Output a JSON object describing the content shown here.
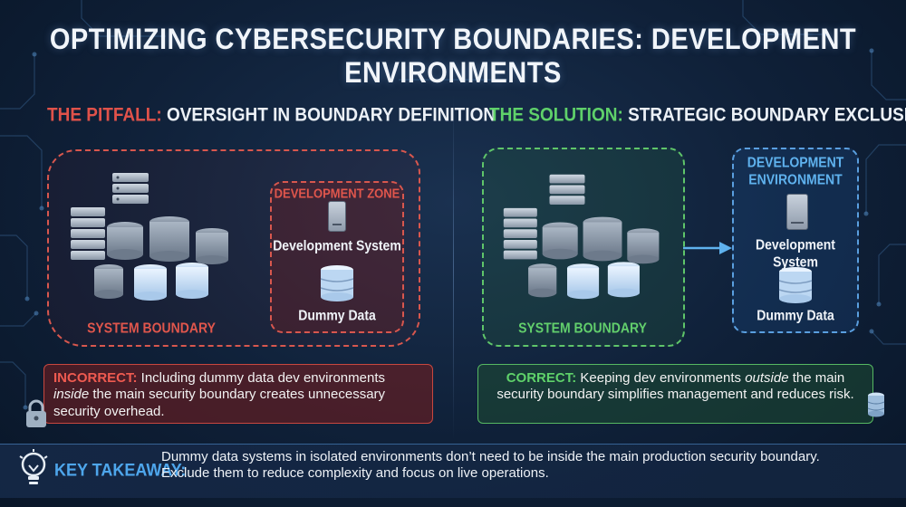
{
  "title": "OPTIMIZING CYBERSECURITY BOUNDARIES: DEVELOPMENT ENVIRONMENTS",
  "pitfall": {
    "lead": "THE PITFALL:",
    "heading": "OVERSIGHT IN BOUNDARY DEFINITION",
    "zone_label": "DEVELOPMENT ZONE",
    "system_label": "Development System",
    "data_label": "Dummy Data",
    "boundary_label": "SYSTEM BOUNDARY",
    "callout_label": "INCORRECT:",
    "callout_pre": "Including dummy data dev environments",
    "callout_em": "inside",
    "callout_post": "the main security boundary creates unnecessary security overhead."
  },
  "solution": {
    "lead": "THE SOLUTION:",
    "heading": "STRATEGIC BOUNDARY EXCLUSION",
    "zone_label_line1": "DEVELOPMENT",
    "zone_label_line2": "ENVIRONMENT",
    "system_label": "Development System",
    "data_label": "Dummy Data",
    "boundary_label": "SYSTEM BOUNDARY",
    "callout_label": "CORRECT:",
    "callout_pre": "Keeping dev environments",
    "callout_em": "outside",
    "callout_post": "the main security boundary simplifies management and reduces risk."
  },
  "takeaway": {
    "label": "KEY TAKEAWAY:",
    "line1": "Dummy data systems in isolated environments don’t need to be inside the main production security boundary.",
    "line2": "Exclude them to reduce complexity and focus on live operations."
  },
  "icons": [
    "server-rack-icon",
    "database-icon",
    "development-system-icon",
    "arrow-right-icon",
    "lock-icon",
    "lightbulb-icon"
  ],
  "colors": {
    "pitfall": "#d8574e",
    "solution": "#5fc56a",
    "environment": "#5a9fe0",
    "takeaway": "#4ea6ec"
  }
}
